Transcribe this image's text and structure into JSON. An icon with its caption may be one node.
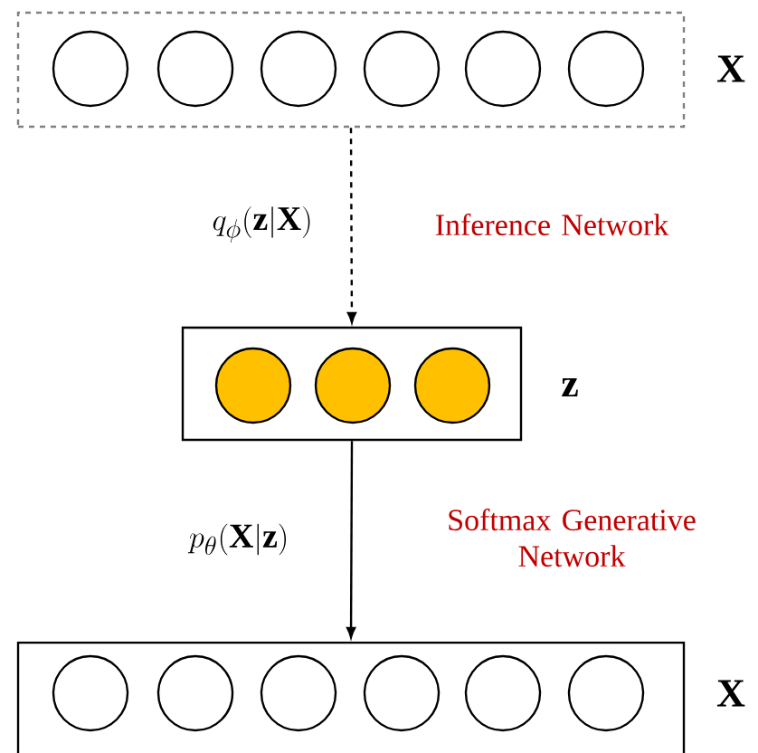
{
  "diagram": {
    "nodes": [
      {
        "text": [],
        "shape": "box",
        "beside": [
          "\\mathbf{X}"
        ]
      },
      {
        "text": [],
        "shape": "circle",
        "in": 0
      },
      {
        "text": [],
        "shape": "circle",
        "in": 0
      },
      {
        "text": [],
        "shape": "circle",
        "in": 0
      },
      {
        "text": [],
        "shape": "circle",
        "in": 0
      },
      {
        "text": [],
        "shape": "circle",
        "in": 0
      },
      {
        "text": [],
        "shape": "circle",
        "in": 0
      },
      {
        "text": [],
        "shape": "box",
        "beside": [
          "\\mathbf{z}"
        ]
      },
      {
        "text": [],
        "shape": "circle",
        "in": 7
      },
      {
        "text": [],
        "shape": "circle",
        "in": 7
      },
      {
        "text": [],
        "shape": "circle",
        "in": 7
      },
      {
        "text": [],
        "shape": "box",
        "beside": [
          "\\mathbf{X}"
        ]
      },
      {
        "text": [],
        "shape": "circle",
        "in": 11
      },
      {
        "text": [],
        "shape": "circle",
        "in": 11
      },
      {
        "text": [],
        "shape": "circle",
        "in": 11
      },
      {
        "text": [],
        "shape": "circle",
        "in": 11
      },
      {
        "text": [],
        "shape": "circle",
        "in": 11
      },
      {
        "text": [],
        "shape": "circle",
        "in": 11
      }
    ],
    "edges": [
      {
        "from": 0,
        "to": 7,
        "arrow": "to",
        "style": "dashed",
        "label": "q_{\\phi}(\\mathbf{z}|\\mathbf{X})"
      },
      {
        "from": 7,
        "to": 11,
        "arrow": "to",
        "label": "p_{\\theta}(\\mathbf{X}|\\mathbf{z})"
      }
    ],
    "labels": [
      "Inference Network",
      "Softmax Generative Network"
    ]
  }
}
